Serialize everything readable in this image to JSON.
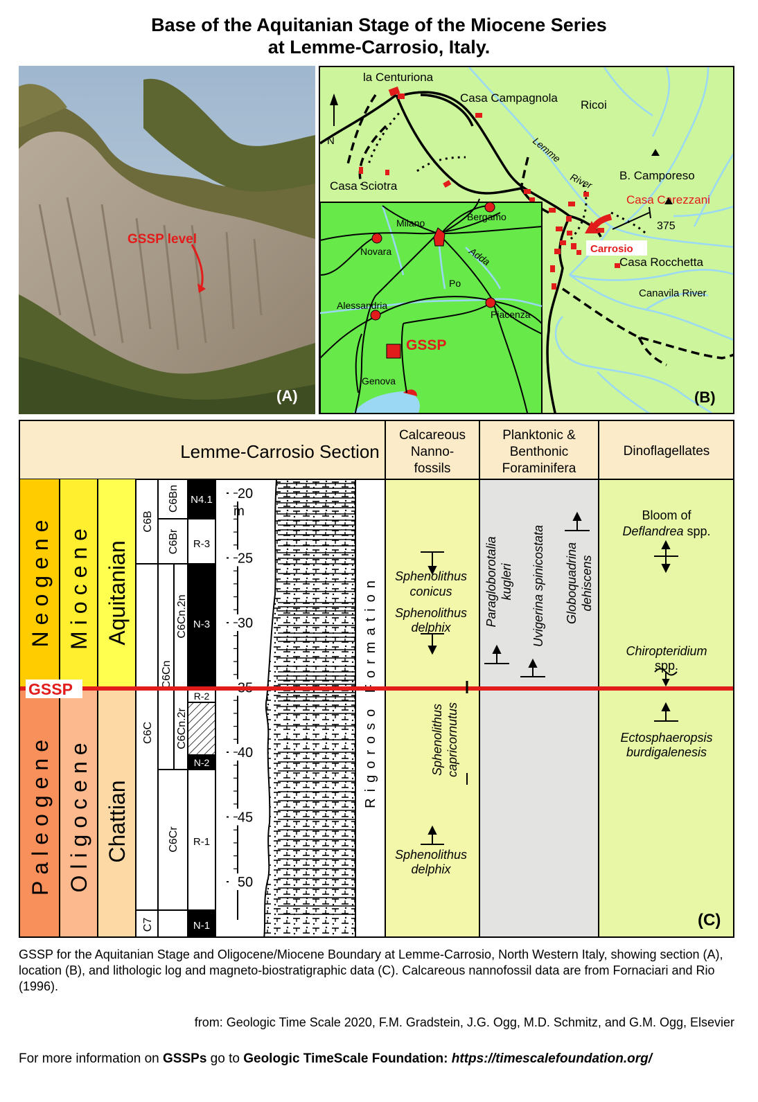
{
  "title": {
    "line1": "Base of the Aquitanian Stage of the Miocene Series",
    "line2": "at Lemme-Carrosio, Italy."
  },
  "photo": {
    "gssp_label": "GSSP level",
    "panel_letter": "(A)"
  },
  "map": {
    "panel_letter": "(B)",
    "north": "N",
    "places": {
      "la_centuriona": "la Centuriona",
      "casa_campagnola": "Casa Campagnola",
      "ricoi": "Ricoi",
      "casa_sciotra": "Casa Sciotra",
      "lemme_river_1": "Lemme",
      "lemme_river_2": "River",
      "b_camporeso": "B. Camporeso",
      "casa_carezzani": "Casa  Carezzani",
      "elevation": "375",
      "carrosio": "Carrosio",
      "casa_rocchetta": "Casa Rocchetta",
      "canavila_river": "Canavila River"
    },
    "inset": {
      "milano": "Milano",
      "bergamo": "Bergamo",
      "novara": "Novara",
      "adda": "Adda",
      "po": "Po",
      "alessandria": "Alessandria",
      "piacenza": "Piacenza",
      "gssp": "GSSP",
      "genova": "Genova"
    }
  },
  "section": {
    "panel_letter": "(C)",
    "header": {
      "section_title": "Lemme-Carrosio Section",
      "nanno": [
        "Calcareous",
        "Nanno-",
        "fossils"
      ],
      "foram": [
        "Planktonic &",
        "Benthonic",
        "Foraminifera"
      ],
      "dino": "Dinoflagellates"
    },
    "periods": {
      "upper": "Neogene",
      "lower": "Paleogene"
    },
    "epochs": {
      "upper": "Miocene",
      "lower": "Oligocene"
    },
    "stages": {
      "upper": "Aquitanian",
      "lower": "Chattian"
    },
    "gssp_label": "GSSP",
    "chrons": {
      "c6b": "C6B",
      "c6bn": "C6Bn",
      "c6br": "C6Br",
      "c6c": "C6C",
      "c6cn": "C6Cn",
      "c6cn2n": "C6Cn.2n",
      "c6cn2r": "C6Cn.2r",
      "c6cr": "C6Cr",
      "c7": "C7"
    },
    "zones": {
      "n41": "N4.1",
      "r3": "R-3",
      "n3": "N-3",
      "r2": "R-2",
      "n2": "N-2",
      "r1": "R-1",
      "n1": "N-1"
    },
    "depth_unit": "m",
    "depths": [
      "20",
      "25",
      "30",
      "35",
      "40",
      "45",
      "50"
    ],
    "formation": "Rigoroso   Formation",
    "nanno": {
      "conicus_1": "Sphenolithus",
      "conicus_2": "conicus",
      "delphix_top_1": "Sphenolithus",
      "delphix_top_2": "delphix",
      "capricornutus_1": "Sphenolithus",
      "capricornutus_2": "capricornutus",
      "delphix_base_1": "Sphenolithus",
      "delphix_base_2": "delphix"
    },
    "foram": {
      "kugleri_1": "Paragloborotalia",
      "kugleri_2": "kugleri",
      "uvigerina": "Uvigerina spinicostata",
      "dehiscens_1": "Globoquadrina",
      "dehiscens_2": "dehiscens"
    },
    "dino": {
      "bloom_1": "Bloom of",
      "bloom_2a": "Deflandrea",
      "bloom_2b": " spp.",
      "chiro_1": "Chiropteridium",
      "chiro_2": "spp.",
      "ecto_1": "Ectosphaeropsis",
      "ecto_2": "burdigalenesis"
    }
  },
  "caption": "GSSP for the Aquitanian Stage and Oligocene/Miocene Boundary at Lemme-Carrosio, North Western Italy, showing section (A), location (B), and lithologic log and magneto-biostratigraphic data (C). Calcareous nannofossil data are from Fornaciari and Rio (1996).",
  "source": "from: Geologic Time Scale 2020, F.M. Gradstein, J.G. Ogg, M.D. Schmitz, and G.M. Ogg, Elsevier",
  "footer": {
    "prefix": "For more information on ",
    "gssps": "GSSPs",
    "middle": " go to ",
    "foundation": "Geologic TimeScale Foundation:",
    "url": "https://timescalefoundation.org/"
  }
}
